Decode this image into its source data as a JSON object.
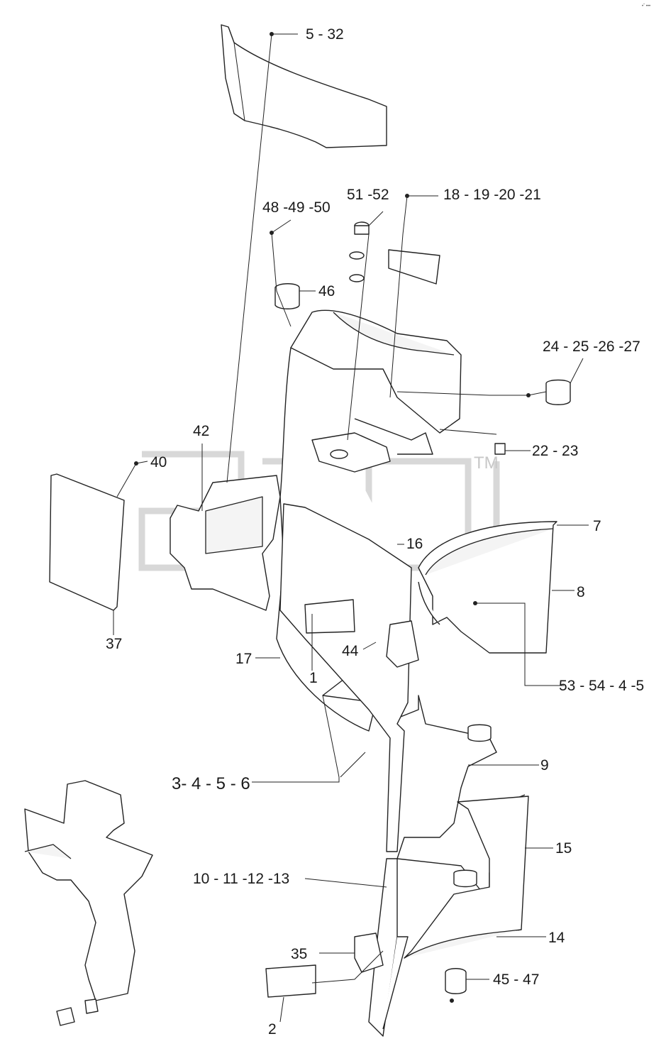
{
  "watermark": {
    "text": "ama",
    "mark": "TM"
  },
  "corner_mark": "•ˆ •••",
  "callouts": [
    {
      "id": "c-5-32",
      "text": "5 - 32"
    },
    {
      "id": "c-51-52",
      "text": "51 -52"
    },
    {
      "id": "c-18-21",
      "text": "18 - 19 -20 -21"
    },
    {
      "id": "c-48-50",
      "text": "48 -49 -50"
    },
    {
      "id": "c-46",
      "text": "46"
    },
    {
      "id": "c-24-27",
      "text": "24 - 25 -26 -27"
    },
    {
      "id": "c-42",
      "text": "42"
    },
    {
      "id": "c-40",
      "text": "40"
    },
    {
      "id": "c-22-23",
      "text": "22 - 23"
    },
    {
      "id": "c-7",
      "text": "7"
    },
    {
      "id": "c-16",
      "text": "16"
    },
    {
      "id": "c-8",
      "text": "8"
    },
    {
      "id": "c-37",
      "text": "37"
    },
    {
      "id": "c-44",
      "text": "44"
    },
    {
      "id": "c-17",
      "text": "17"
    },
    {
      "id": "c-1",
      "text": "1"
    },
    {
      "id": "c-53-5",
      "text": "53 - 54 - 4 -5"
    },
    {
      "id": "c-9",
      "text": "9"
    },
    {
      "id": "c-3-6",
      "text": "3- 4 - 5 - 6"
    },
    {
      "id": "c-15",
      "text": "15"
    },
    {
      "id": "c-10-13",
      "text": "10 - 11 -12 -13"
    },
    {
      "id": "c-14",
      "text": "14"
    },
    {
      "id": "c-35",
      "text": "35"
    },
    {
      "id": "c-45-47",
      "text": "45 - 47"
    },
    {
      "id": "c-2",
      "text": "2"
    }
  ]
}
